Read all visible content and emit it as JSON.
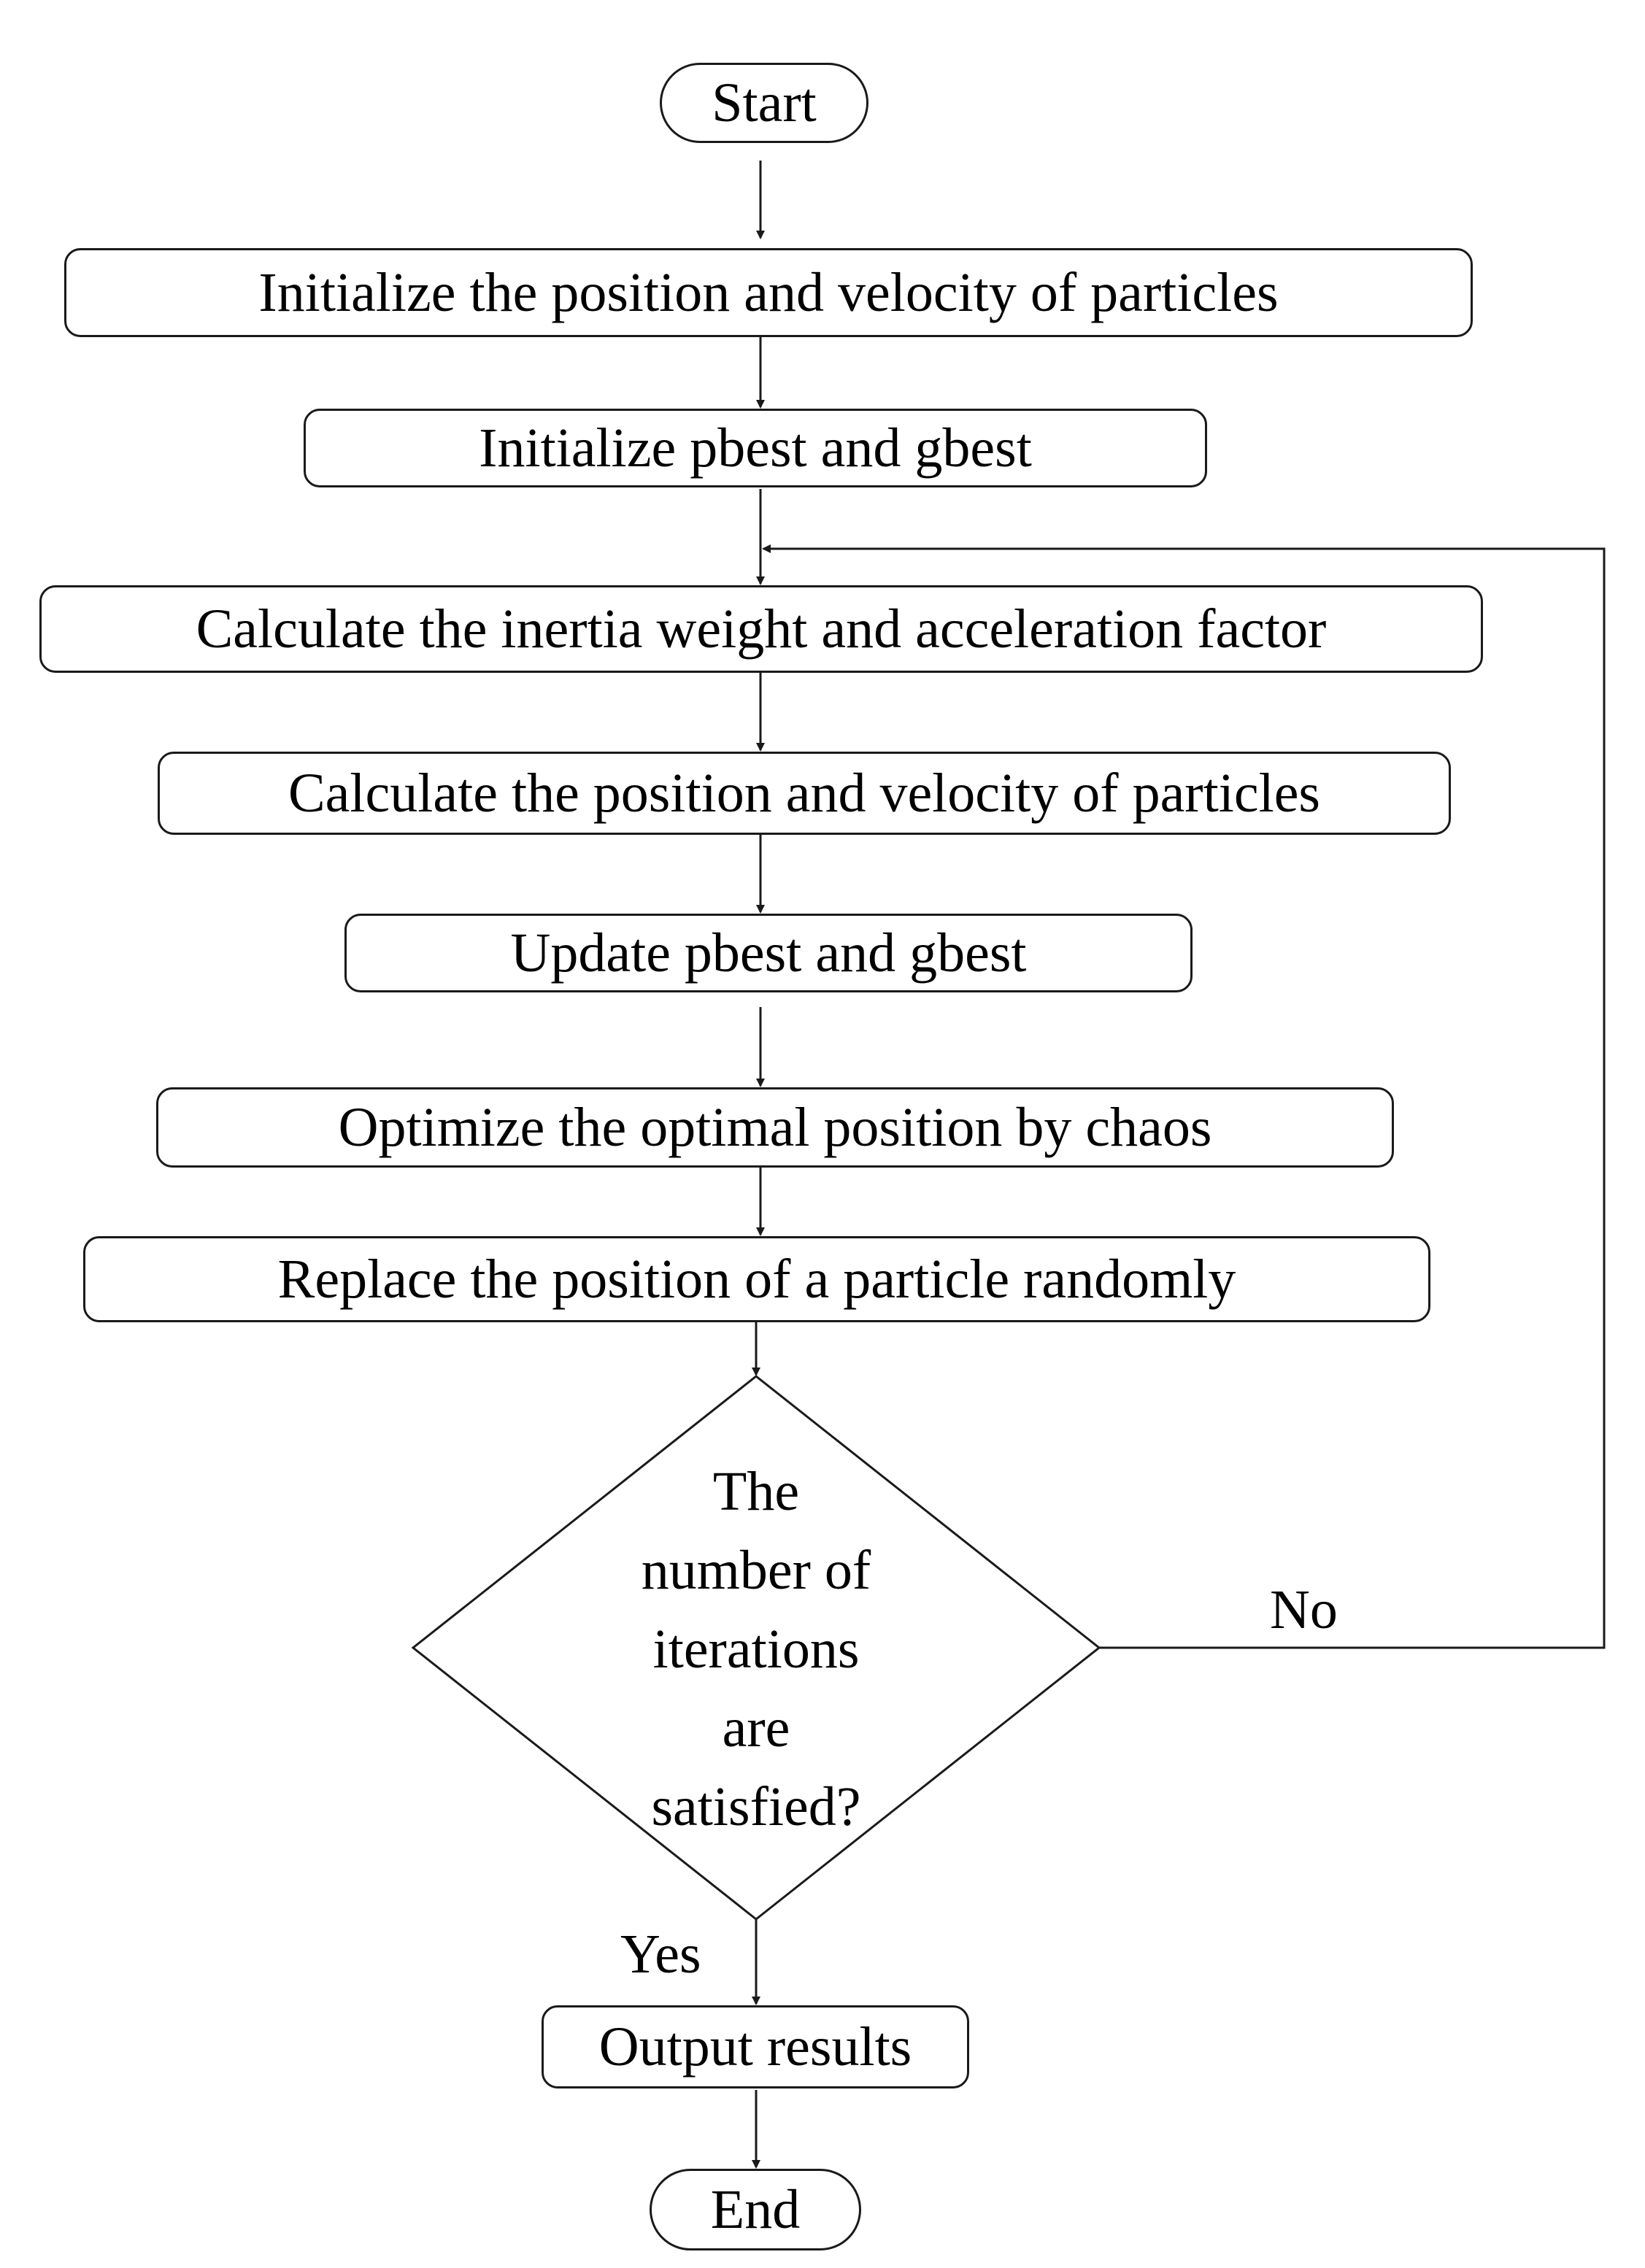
{
  "flowchart": {
    "start": "Start",
    "steps": [
      "Initialize the position and velocity of particles",
      "Initialize pbest and gbest",
      "Calculate the inertia weight and acceleration factor",
      "Calculate the position and velocity of particles",
      "Update pbest and gbest",
      "Optimize the optimal position by chaos",
      "Replace the position of a particle randomly"
    ],
    "decision_lines": [
      "The",
      "number of",
      "iterations",
      "are",
      "satisfied?"
    ],
    "no_label": "No",
    "yes_label": "Yes",
    "output": "Output results",
    "end": "End"
  },
  "colors": {
    "line": "#1a1a1a",
    "background": "#ffffff",
    "text": "#000000"
  }
}
